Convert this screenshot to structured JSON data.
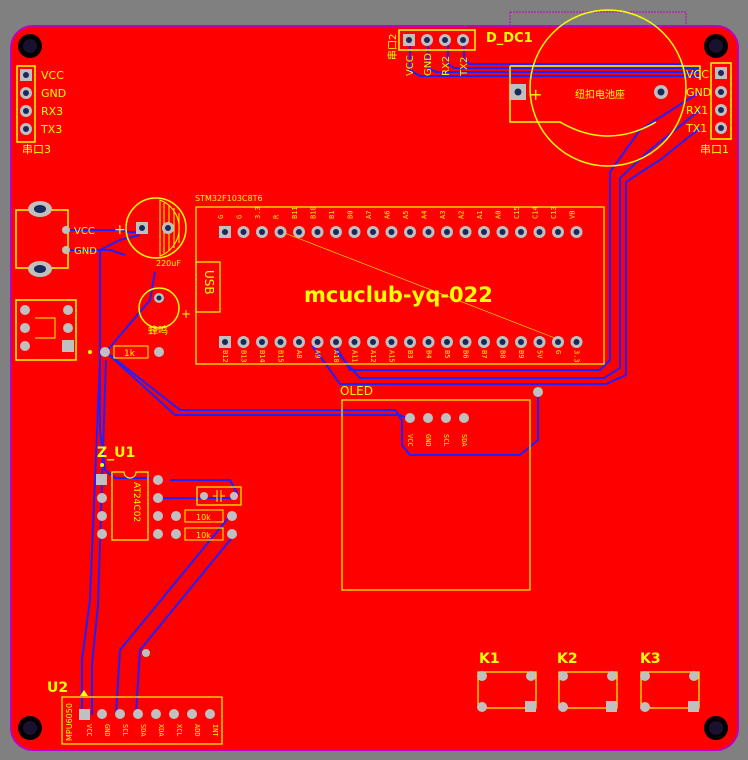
{
  "colors": {
    "board": "#ff0000",
    "background": "#808080",
    "outline": "#c000c0",
    "silkscreen": "#ffff00",
    "trace": "#2020ff",
    "pad": "#c0c0c0",
    "hole": "#1a2a5a"
  },
  "board_title": "mcuclub-yq-022",
  "mcu": {
    "label": "STM32F103C8T6",
    "usb": "USB",
    "top_pins": [
      "G",
      "G",
      "3.3",
      "R",
      "B11",
      "B10",
      "B1",
      "B0",
      "A7",
      "A6",
      "A5",
      "A4",
      "A3",
      "A2",
      "A1",
      "A0",
      "C15",
      "C14",
      "C13",
      "VB"
    ],
    "bottom_pins": [
      "B12",
      "B13",
      "B14",
      "B15",
      "A8",
      "A9",
      "A10",
      "A11",
      "A12",
      "A15",
      "B3",
      "B4",
      "B5",
      "B6",
      "B7",
      "B8",
      "B9",
      "5V",
      "G",
      "3.3"
    ]
  },
  "uart3": {
    "name": "串口3",
    "pins": [
      "VCC",
      "GND",
      "RX3",
      "TX3"
    ]
  },
  "uart2": {
    "name": "串口2",
    "pins": [
      "VCC",
      "GND",
      "RX2",
      "TX2"
    ]
  },
  "uart1": {
    "name": "串口1",
    "pins": [
      "VCC",
      "GND",
      "RX1",
      "TX1"
    ]
  },
  "battery": {
    "ref": "D_DC1",
    "label": "纽扣电池座",
    "plus": "+"
  },
  "power_jack": {
    "pins": [
      "VCC",
      "GND"
    ]
  },
  "capacitor": {
    "label": "220uF",
    "plus": "+"
  },
  "buzzer": {
    "label": "蜂鸣",
    "plus": "+"
  },
  "resistor": {
    "label": "1k"
  },
  "oled": {
    "ref": "OLED",
    "pins": [
      "VCC",
      "GND",
      "SCL",
      "SDA"
    ]
  },
  "eeprom": {
    "ref": "Z_U1",
    "chip": "AT24C02",
    "res1": "10k",
    "res2": "10k"
  },
  "mpu": {
    "ref": "U2",
    "chip": "MPU6050",
    "pins": [
      "VCC",
      "GND",
      "SCL",
      "SDA",
      "XDA",
      "XCL",
      "ADD",
      "INT"
    ]
  },
  "keys": [
    "K1",
    "K2",
    "K3"
  ]
}
